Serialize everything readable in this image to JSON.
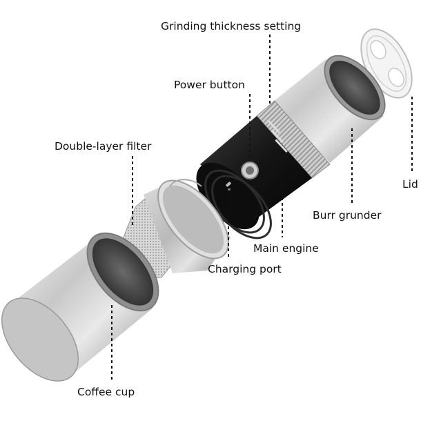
{
  "labels": {
    "grinding_thickness": "Grinding thickness setting",
    "power_button": "Power button",
    "double_layer_filter": "Double-layer filter",
    "lid": "Lid",
    "burr_grinder": "Burr grunder",
    "main_engine": "Main engine",
    "charging_port": "Charging port",
    "coffee_cup": "Coffee cup"
  },
  "colors": {
    "steel_light": "#e6e6e6",
    "steel_mid": "#b4b4b4",
    "steel_dark": "#7a7a7a",
    "engine_body": "#1c1c1c",
    "leader_line": "#111111"
  }
}
